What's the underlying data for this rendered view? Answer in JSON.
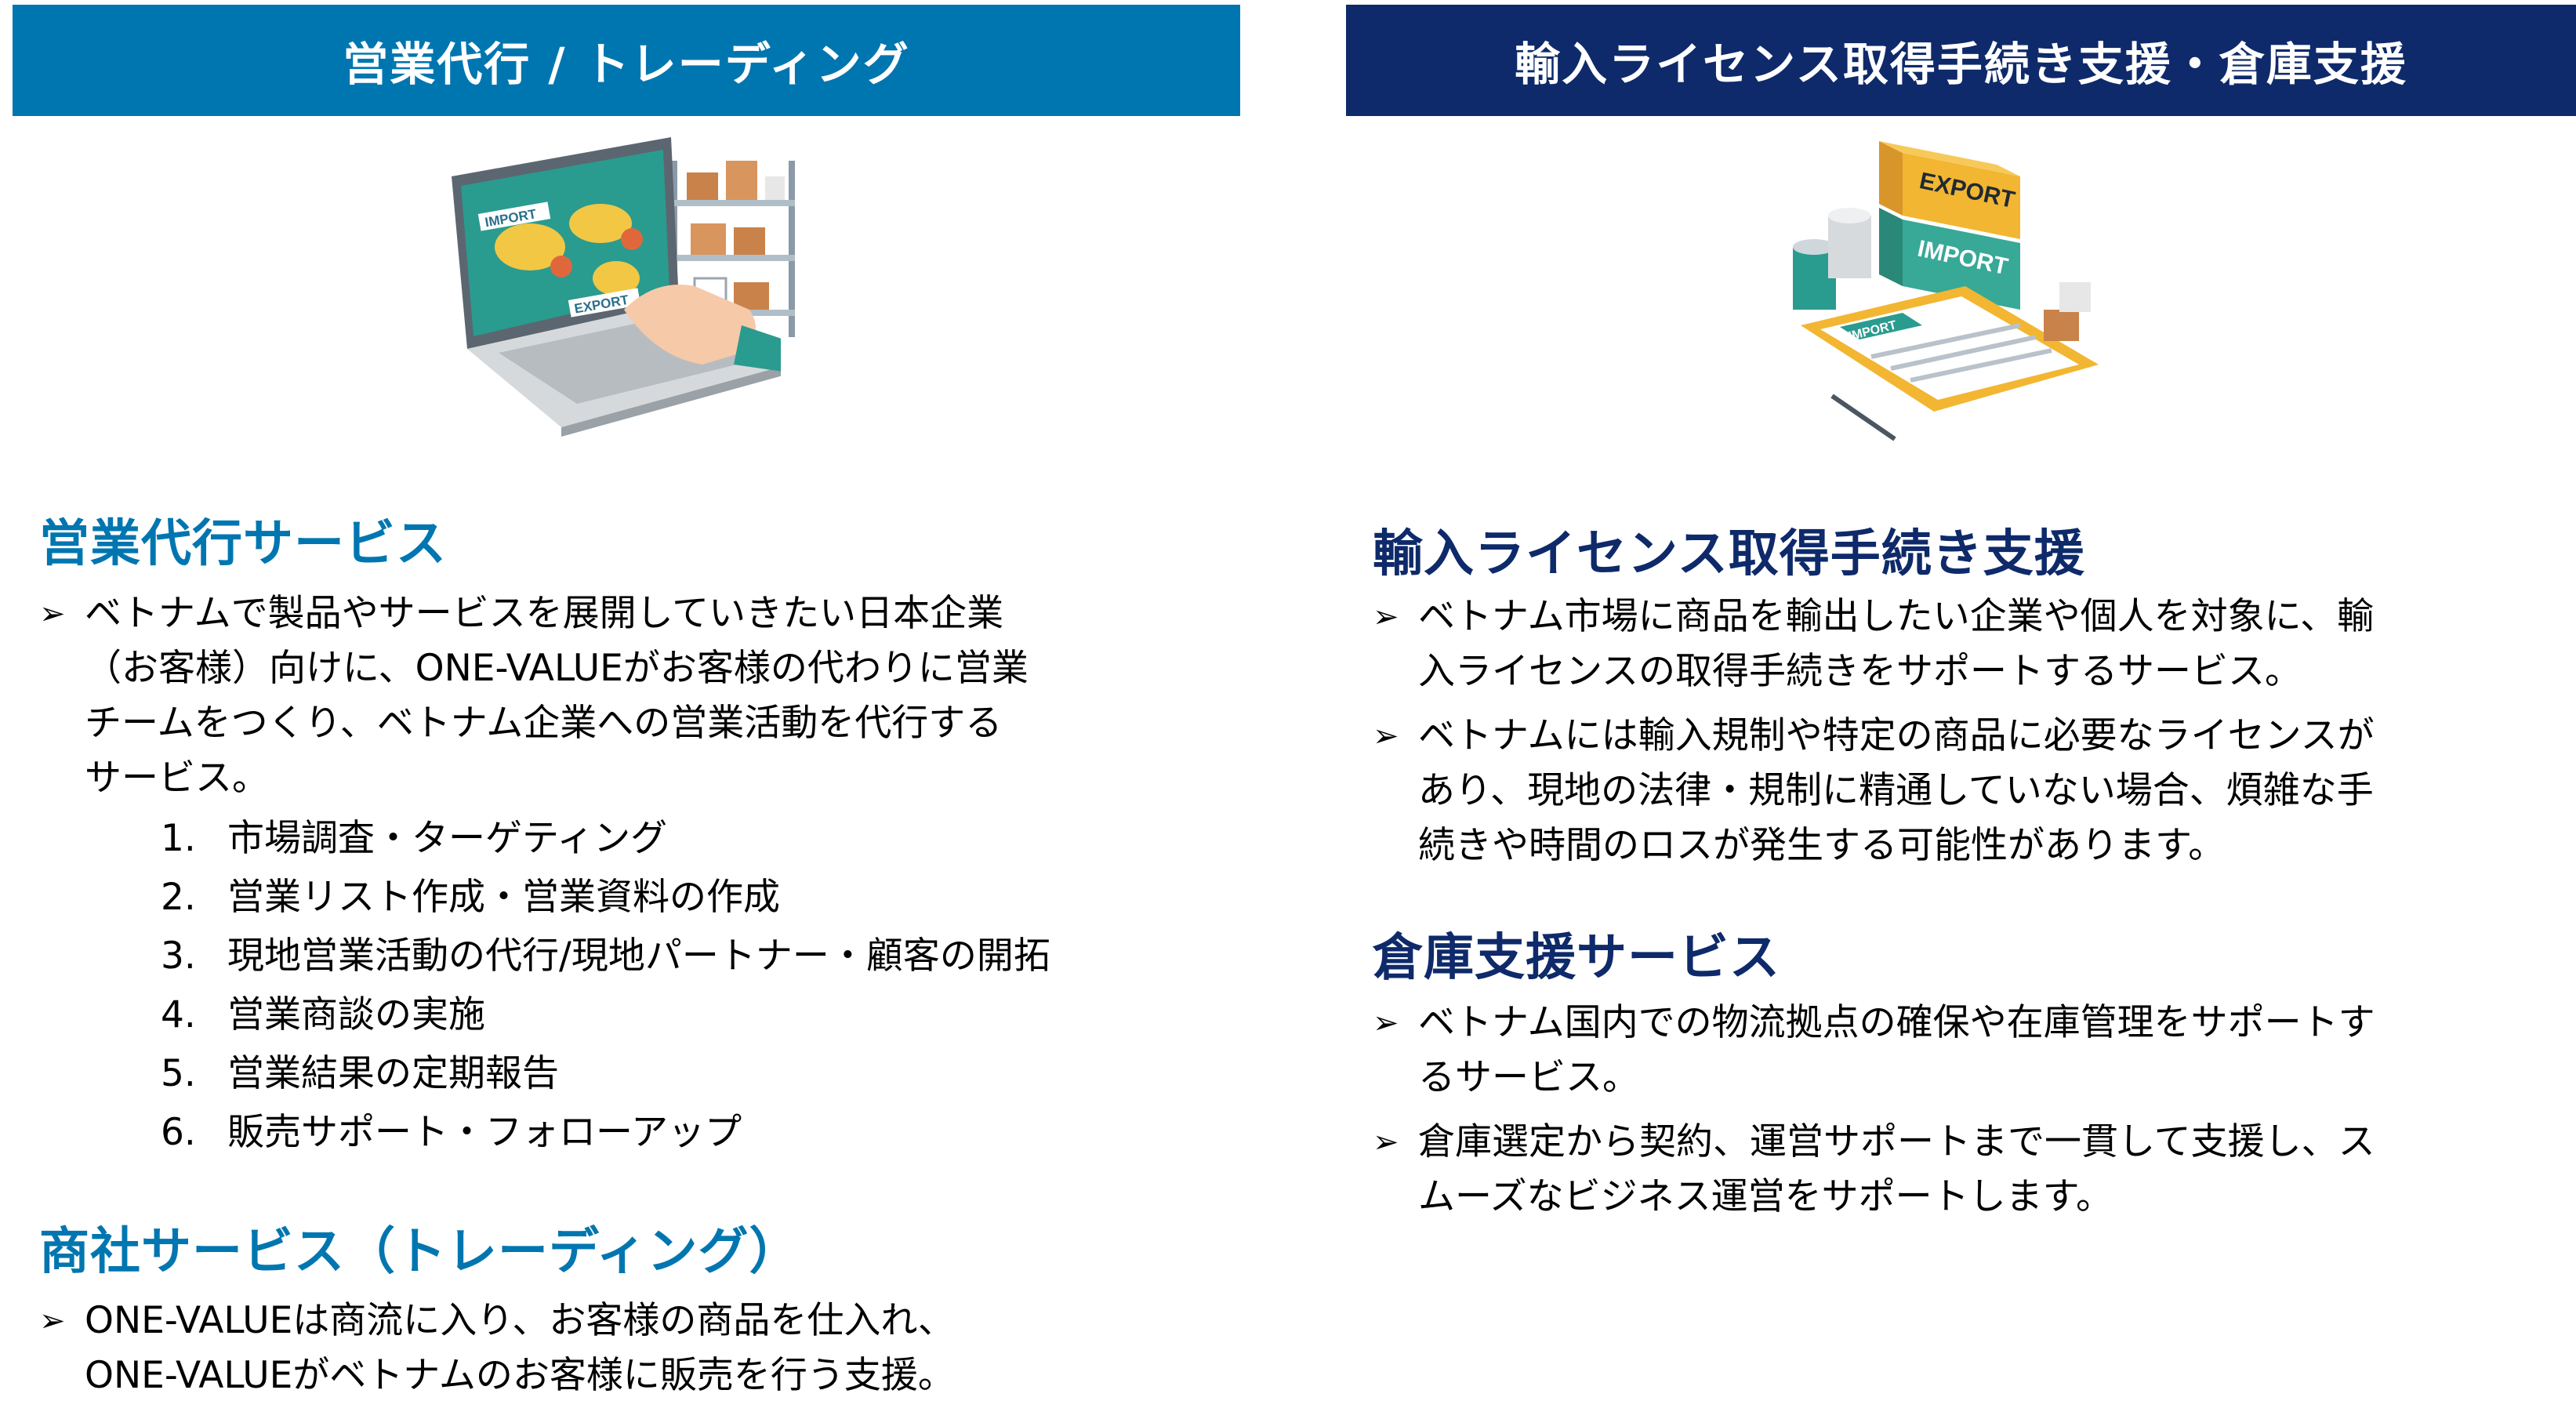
{
  "left": {
    "header": "営業代行 / トレーディング",
    "illustration": {
      "icon": "laptop-world-map-warehouse-icon",
      "import_label": "IMPORT",
      "export_label": "EXPORT"
    },
    "section1": {
      "title": "営業代行サービス",
      "bullet_lines": [
        "ベトナムで製品やサービスを展開していきたい日本企業",
        "（お客様）向けに、ONE-VALUEがお客様の代わりに営業",
        "チームをつくり、ベトナム企業への営業活動を代行する",
        "サービス。"
      ],
      "items": [
        {
          "num": "1.",
          "text": "市場調査・ターゲティング"
        },
        {
          "num": "2.",
          "text": "営業リスト作成・営業資料の作成"
        },
        {
          "num": "3.",
          "text": "現地営業活動の代行/現地パートナー・顧客の開拓"
        },
        {
          "num": "4.",
          "text": "営業商談の実施"
        },
        {
          "num": "5.",
          "text": "営業結果の定期報告"
        },
        {
          "num": "6.",
          "text": "販売サポート・フォローアップ"
        }
      ]
    },
    "section2": {
      "title": "商社サービス（トレーディング）",
      "bullet_lines": [
        "ONE-VALUEは商流に入り、お客様の商品を仕入れ、",
        "ONE-VALUEがベトナムのお客様に販売を行う支援。"
      ]
    }
  },
  "right": {
    "header": "輸入ライセンス取得手続き支援・倉庫支援",
    "illustration": {
      "icon": "shipping-containers-clipboard-icon",
      "export_label": "EXPORT",
      "import_label": "IMPORT",
      "doc_label": "IMPORT"
    },
    "section1": {
      "title": "輸入ライセンス取得手続き支援",
      "bullets": [
        [
          "ベトナム市場に商品を輸出したい企業や個人を対象に、輸",
          "入ライセンスの取得手続きをサポートするサービス。"
        ],
        [
          "ベトナムには輸入規制や特定の商品に必要なライセンスが",
          "あり、現地の法律・規制に精通していない場合、煩雑な手",
          "続きや時間のロスが発生する可能性があります。"
        ]
      ]
    },
    "section2": {
      "title": "倉庫支援サービス",
      "bullets": [
        [
          "ベトナム国内での物流拠点の確保や在庫管理をサポートす",
          "るサービス。"
        ],
        [
          "倉庫選定から契約、運営サポートまで一貫して支援し、ス",
          "ムーズなビジネス運営をサポートします。"
        ]
      ]
    }
  },
  "bullet_marker": "➢",
  "colors": {
    "left_header_bg": "#0076b0",
    "right_header_bg": "#0e2a6a",
    "left_title": "#0076b0",
    "right_title": "#0e2a6a"
  }
}
